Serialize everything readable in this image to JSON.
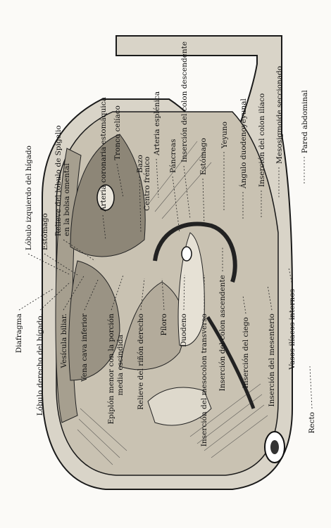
{
  "figure": {
    "labels_top": [
      "Lóbulo izquierdo del hígado",
      "Estómago",
      "Relieve del lóbulo de Spigelio",
      "en la bolsa omental",
      "Arteria coronaria estomáquica",
      "Tronco celíaco",
      "Bazo",
      "Arteria esplénica",
      "Páncreas",
      "Inserción del colon descendente",
      "Estómago",
      "Yeyuno",
      "Ángulo duodenoyeyunal",
      "Inserción del colon ilíaco",
      "Mesosigmoide seccionado",
      "Pared abdominal"
    ],
    "label_center": "Centro frénico",
    "labels_bottom": [
      "Diafragma",
      "Lóbulo derecho del hígado.",
      "Vesícula biliar.",
      "Vena cava inferior",
      "Epiplón menor con la porción",
      "media escindida",
      "Relieve del riñón derecho",
      "Píloro",
      "Duodeno",
      "Inserción del mesocolon transverso",
      "Inserción del colon ascendente",
      "Inserción del ciego",
      "Inserción del mesenterio",
      "Vasos ilíacos internos",
      "Recto"
    ]
  }
}
